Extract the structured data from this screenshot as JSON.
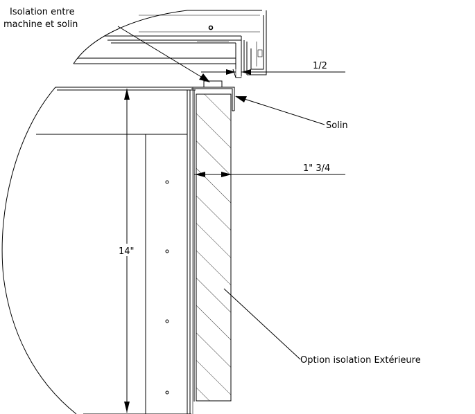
{
  "labels": {
    "insulation_between_line1": "Isolation entre",
    "insulation_between_line2": "machine et solin",
    "flashing": "Solin",
    "exterior_insulation": "Option isolation Extérieure"
  },
  "dimensions": {
    "gap": "1/2",
    "insulation_thickness": "1\" 3/4",
    "height": "14\""
  }
}
